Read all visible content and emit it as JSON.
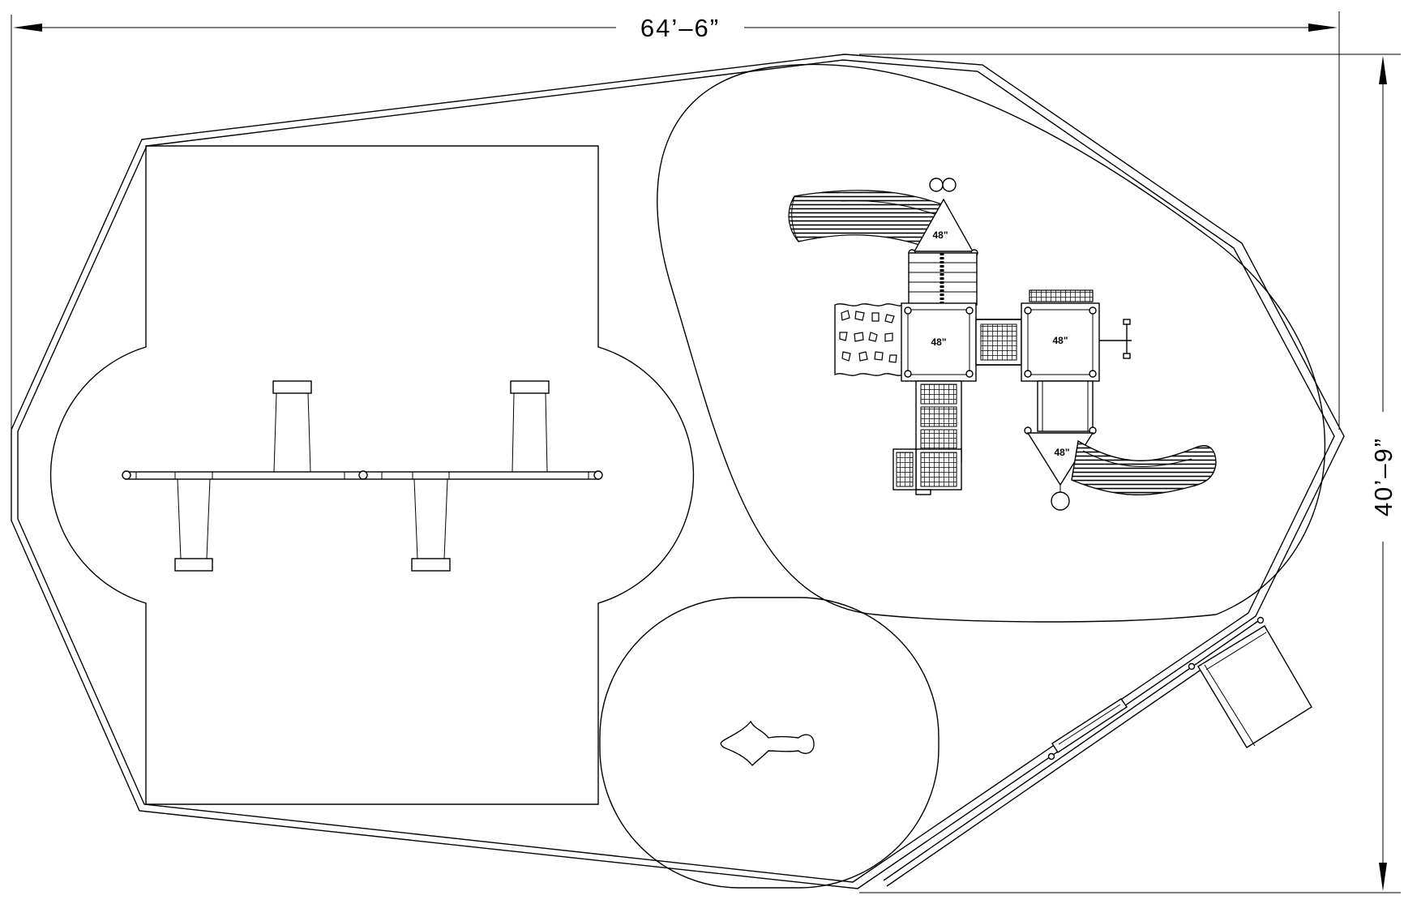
{
  "dimensions": {
    "width_label": "64’–6”",
    "height_label": "40’–9”"
  },
  "deck_heights": {
    "top_roof": "48\"",
    "center_deck": "48\"",
    "right_deck": "48\"",
    "lower_roof": "48\""
  },
  "colors": {
    "line": "#000000",
    "background": "#ffffff",
    "accent_post": "#cc0000"
  },
  "icons": {
    "dimension_arrow": "filled-arrowhead",
    "spring_rider": "fish-outline"
  }
}
